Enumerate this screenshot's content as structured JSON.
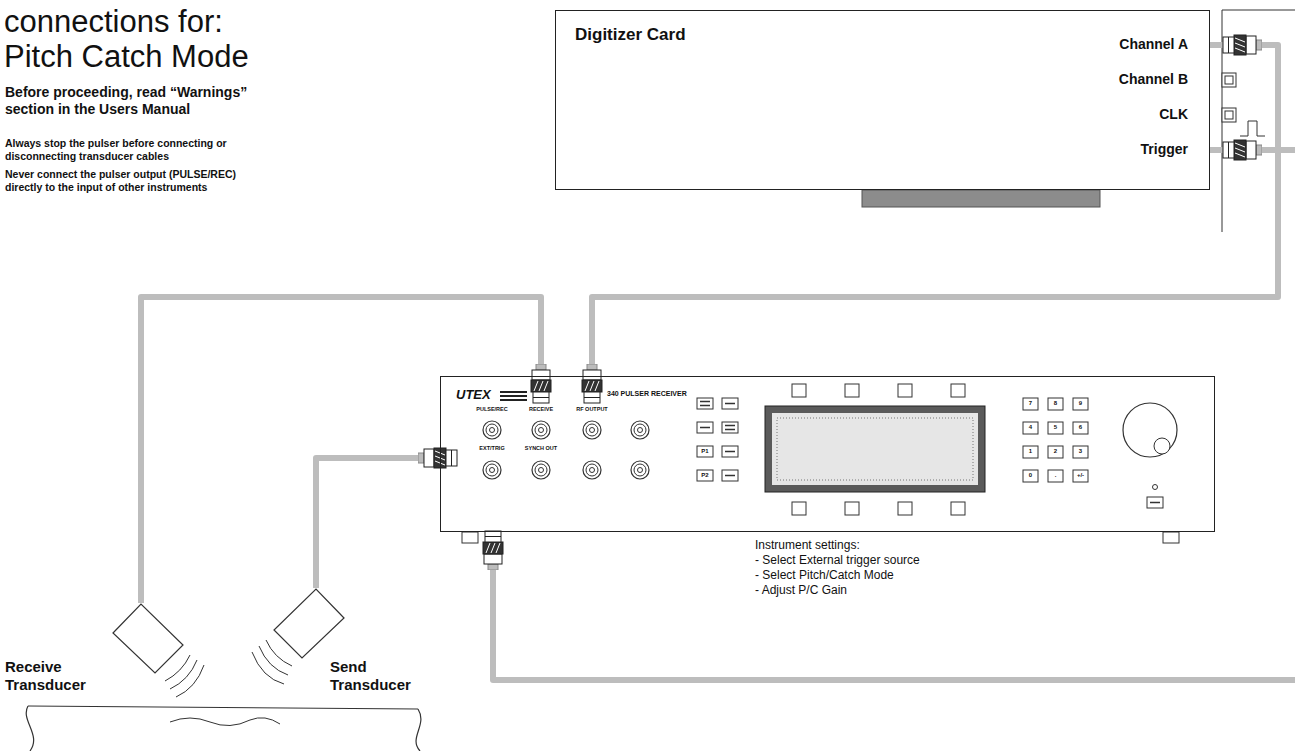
{
  "diagram": {
    "title": "connections for: Pitch Catch Mode",
    "nodes": [
      {
        "text": [
          "Digitizer Card"
        ]
      },
      {
        "text": [
          "UTEX",
          "340 PULSER RECEIVER"
        ]
      },
      {
        "text": [
          "Receive Transducer"
        ]
      },
      {
        "text": [
          "Send Transducer"
        ]
      }
    ],
    "edges": [
      {
        "from": 1,
        "to": 0,
        "arrow": "none"
      },
      {
        "from": 0,
        "to": 1,
        "arrow": "none"
      },
      {
        "from": 2,
        "to": 1,
        "arrow": "none"
      },
      {
        "from": 3,
        "to": 1,
        "arrow": "none"
      }
    ],
    "labels": [
      "Before proceeding, read “Warnings” section in the Users Manual",
      "Always stop the pulser before connecting or disconnecting transducer cables",
      "Never connect the pulser output (PULSE/REC) directly to the input of other instruments",
      "Channel A",
      "Channel B",
      "CLK",
      "Trigger",
      "PULSE/REC",
      "RECEIVE",
      "RF OUTPUT",
      "EXT/TRIG",
      "SYNCH OUT",
      "P1",
      "P2",
      "7",
      "8",
      "9",
      "4",
      "5",
      "6",
      "1",
      "2",
      "3",
      "0",
      ".",
      "+/-",
      "Instrument settings:",
      "- Select External trigger source",
      "- Select Pitch/Catch Mode",
      "- Adjust P/C Gain"
    ]
  }
}
